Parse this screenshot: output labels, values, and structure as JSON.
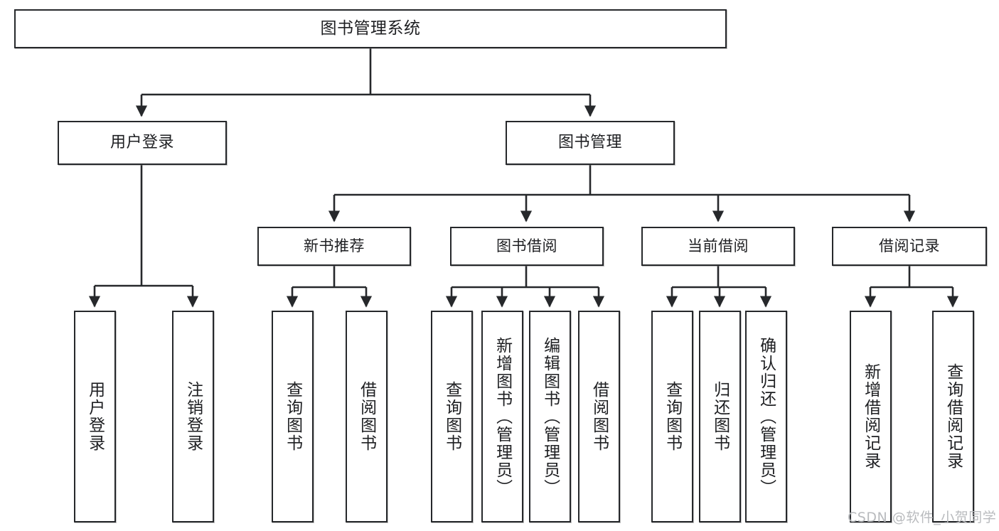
{
  "diagram": {
    "title": "图书管理系统",
    "type": "tree-hierarchy-diagram",
    "watermark": "CSDN @软件_小贺同学",
    "line_color": "#26282b",
    "box_fill": "#ffffff",
    "text_color": "#1e1f22",
    "nodes": {
      "root": {
        "label": "图书管理系统"
      },
      "level2": [
        {
          "label": "用户登录"
        },
        {
          "label": "图书管理"
        }
      ],
      "level3": [
        {
          "label": "新书推荐"
        },
        {
          "label": "图书借阅"
        },
        {
          "label": "当前借阅"
        },
        {
          "label": "借阅记录"
        }
      ],
      "leaves": {
        "user_login": [
          {
            "label": "用户登录"
          },
          {
            "label": "注销登录"
          }
        ],
        "new_book_recommend": [
          {
            "label": "查询图书"
          },
          {
            "label": "借阅图书"
          }
        ],
        "book_borrow": [
          {
            "label": "查询图书"
          },
          {
            "label": "新增图书（管理员）"
          },
          {
            "label": "编辑图书（管理员）"
          },
          {
            "label": "借阅图书"
          }
        ],
        "current_borrow": [
          {
            "label": "查询图书"
          },
          {
            "label": "归还图书"
          },
          {
            "label": "确认归还（管理员）"
          }
        ],
        "borrow_record": [
          {
            "label": "新增借阅记录"
          },
          {
            "label": "查询借阅记录"
          }
        ]
      }
    }
  }
}
